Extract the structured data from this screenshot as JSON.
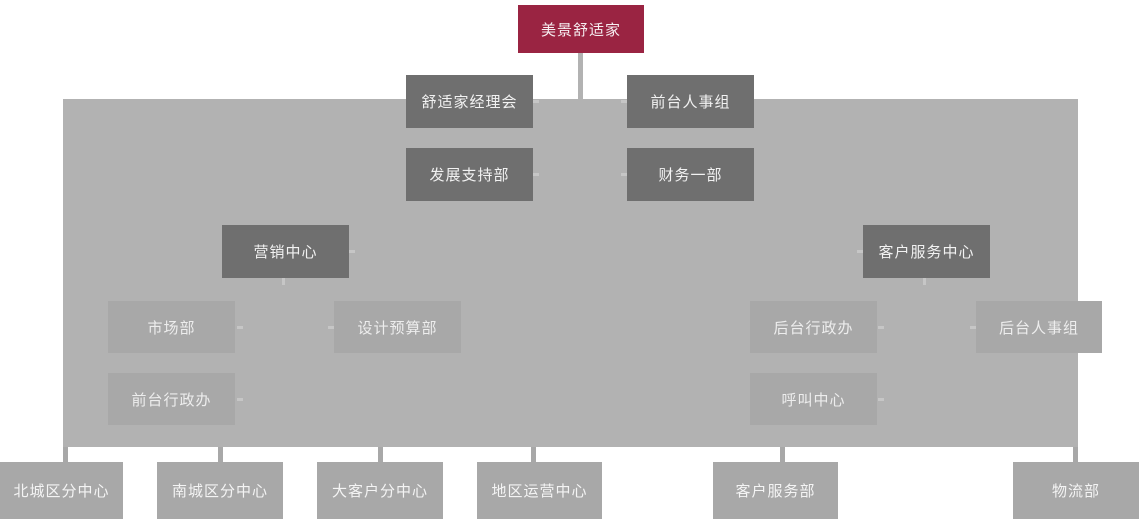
{
  "colors": {
    "accent": "#9a2442",
    "dark": "#6f6f6f",
    "light": "#a8a8a8",
    "background": "#b2b2b2",
    "connector": "#c6c6c6"
  },
  "org": {
    "root": {
      "label": "美景舒适家"
    },
    "departments": [
      {
        "label": "舒适家经理会"
      },
      {
        "label": "前台人事组"
      },
      {
        "label": "发展支持部"
      },
      {
        "label": "财务一部"
      },
      {
        "label": "营销中心"
      },
      {
        "label": "客户服务中心"
      }
    ],
    "offices": [
      {
        "label": "市场部"
      },
      {
        "label": "设计预算部"
      },
      {
        "label": "后台行政办"
      },
      {
        "label": "后台人事组"
      },
      {
        "label": "前台行政办"
      },
      {
        "label": "呼叫中心"
      }
    ],
    "branches": [
      {
        "label": "北城区分中心"
      },
      {
        "label": "南城区分中心"
      },
      {
        "label": "大客户分中心"
      },
      {
        "label": "地区运营中心"
      },
      {
        "label": "客户服务部"
      },
      {
        "label": "物流部"
      }
    ]
  }
}
